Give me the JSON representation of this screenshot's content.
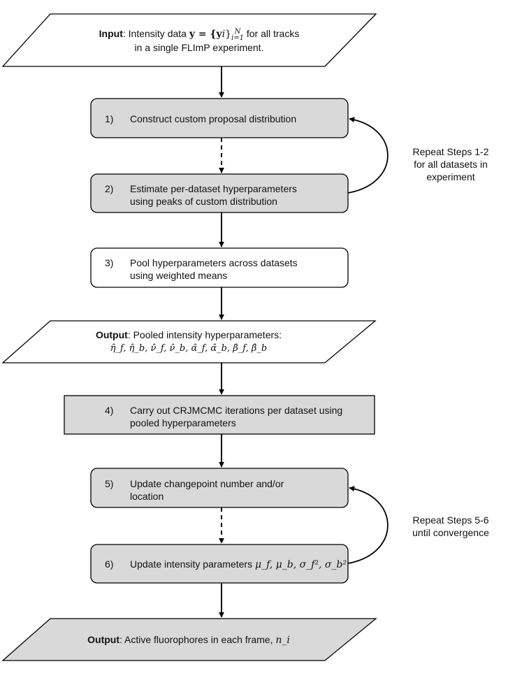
{
  "input": {
    "label": "Input",
    "line1_pre": ": Intensity data ",
    "math_y": "y = {y",
    "math_i": "i",
    "math_close": "}",
    "math_sup": "N",
    "math_sub": "i=1",
    "line1_post": " for all tracks",
    "line2": "in a single FLImP experiment."
  },
  "steps": [
    {
      "num": "1)",
      "line1": "Construct custom proposal distribution",
      "line2": ""
    },
    {
      "num": "2)",
      "line1": "Estimate per-dataset hyperparameters",
      "line2": "using peaks of custom distribution"
    },
    {
      "num": "3)",
      "line1": "Pool hyperparameters across datasets",
      "line2": "using weighted means"
    },
    {
      "num": "4)",
      "line1": "Carry out CRJMCMC iterations per dataset using",
      "line2": "pooled hyperparameters"
    },
    {
      "num": "5)",
      "line1": "Update changepoint number and/or",
      "line2": "location"
    },
    {
      "num": "6)",
      "line1": "Update intensity parameters ",
      "line2": ""
    }
  ],
  "step6_math": "μ_f, μ_b, σ_f², σ_b²",
  "output_pooled": {
    "label": "Output",
    "text": ": Pooled intensity hyperparameters:",
    "math": "η̂_f, η̂_b, ν̂_f, ν̂_b, α̂_f, α̂_b, β̂_f, β̂_b"
  },
  "output_final": {
    "label": "Output",
    "text": ": Active fluorophores in each frame, ",
    "math": "n_i"
  },
  "loops": [
    {
      "line1": "Repeat Steps 1-2",
      "line2": "for all datasets in",
      "line3": "experiment"
    },
    {
      "line1": "Repeat Steps 5-6",
      "line2": "until convergence",
      "line3": ""
    }
  ],
  "colors": {
    "gray_fill": "#d9d9d9",
    "white_fill": "#ffffff",
    "stroke": "#000000"
  }
}
